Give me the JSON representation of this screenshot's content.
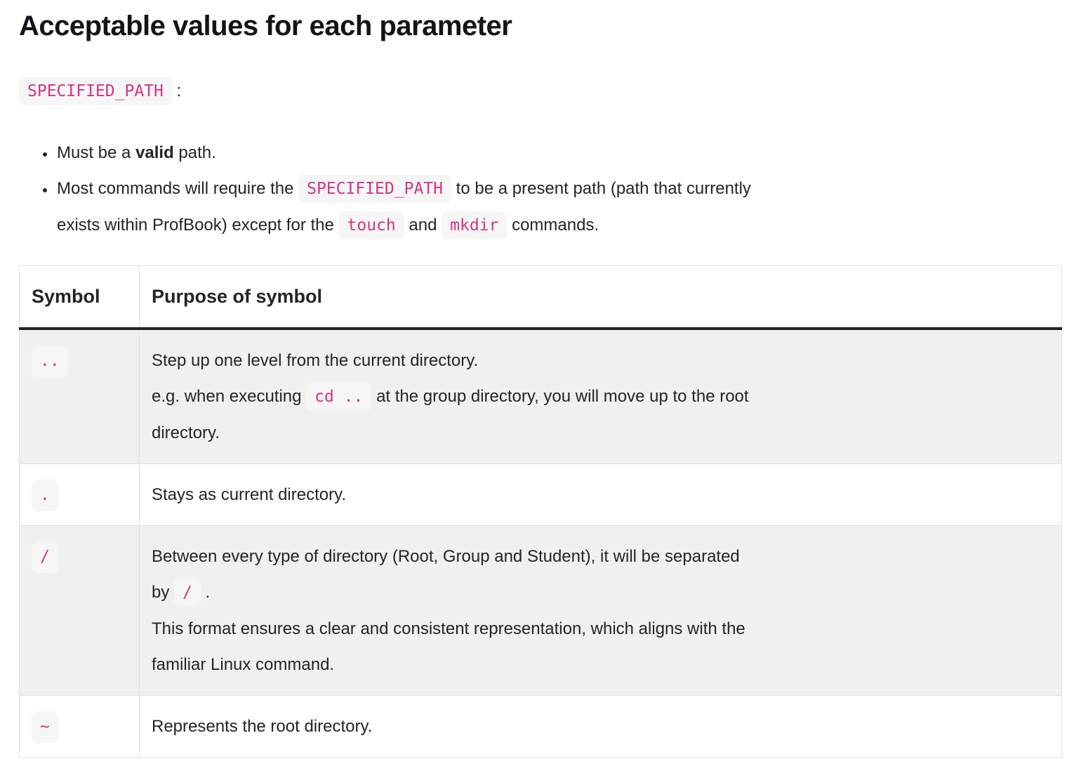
{
  "colors": {
    "code-pink": "#d63384",
    "chip-bg": "#f6f6f7",
    "stripe-bg": "#f0f0f1",
    "table-border": "#dee2e6",
    "heavy-border": "#212529",
    "text": "#212529",
    "heading": "#111418"
  },
  "page": {
    "heading": "Acceptable values for each parameter",
    "param_code": "SPECIFIED_PATH",
    "param_suffix": ":",
    "bullets": [
      [
        {
          "t": "text",
          "v": "Must be a "
        },
        {
          "t": "bold",
          "v": "valid"
        },
        {
          "t": "text",
          "v": " path."
        }
      ],
      [
        {
          "t": "text",
          "v": "Most commands will require the "
        },
        {
          "t": "code",
          "v": "SPECIFIED_PATH"
        },
        {
          "t": "text",
          "v": " to be a present path (path that currently"
        },
        {
          "t": "br"
        },
        {
          "t": "text",
          "v": "exists within ProfBook) except for the "
        },
        {
          "t": "code",
          "v": "touch"
        },
        {
          "t": "text",
          "v": " and "
        },
        {
          "t": "code",
          "v": "mkdir"
        },
        {
          "t": "text",
          "v": " commands."
        }
      ]
    ],
    "table": {
      "headers": [
        "Symbol",
        "Purpose of symbol"
      ],
      "rows": [
        {
          "symbol": "..",
          "purpose": [
            {
              "t": "text",
              "v": "Step up one level from the current directory."
            },
            {
              "t": "br"
            },
            {
              "t": "text",
              "v": "e.g. when executing "
            },
            {
              "t": "code",
              "v": "cd .."
            },
            {
              "t": "text",
              "v": " at the group directory, you will move up to the root"
            },
            {
              "t": "br"
            },
            {
              "t": "text",
              "v": "directory."
            }
          ]
        },
        {
          "symbol": ".",
          "purpose": [
            {
              "t": "text",
              "v": "Stays as current directory."
            }
          ]
        },
        {
          "symbol": "/",
          "purpose": [
            {
              "t": "text",
              "v": "Between every type of directory (Root, Group and Student), it will be separated"
            },
            {
              "t": "br"
            },
            {
              "t": "text",
              "v": "by "
            },
            {
              "t": "code",
              "v": "/"
            },
            {
              "t": "text",
              "v": " ."
            },
            {
              "t": "br"
            },
            {
              "t": "text",
              "v": "This format ensures a clear and consistent representation, which aligns with the"
            },
            {
              "t": "br"
            },
            {
              "t": "text",
              "v": "familiar Linux command."
            }
          ]
        },
        {
          "symbol": "~",
          "purpose": [
            {
              "t": "text",
              "v": "Represents the root directory."
            }
          ]
        }
      ]
    }
  }
}
